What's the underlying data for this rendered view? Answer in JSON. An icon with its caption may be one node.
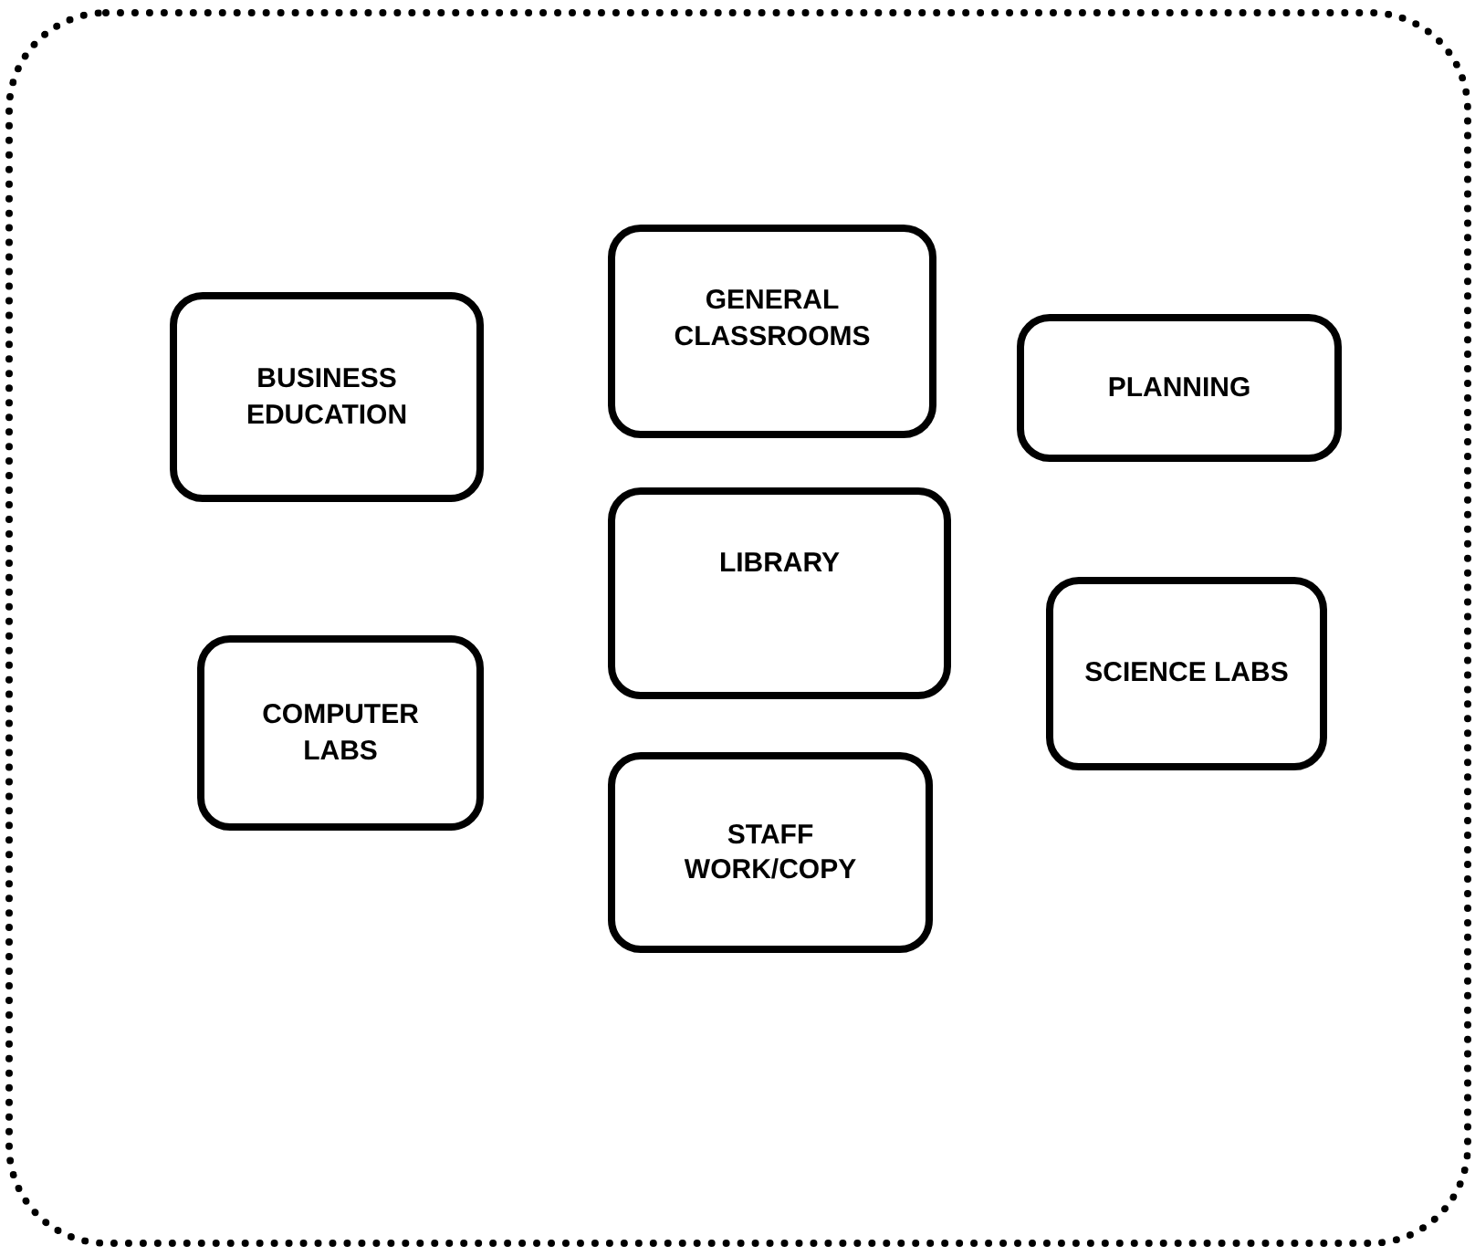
{
  "diagram": {
    "nodes": [
      {
        "text": [],
        "shape": "box"
      },
      {
        "text": [
          "GENERAL CLASSROOMS"
        ],
        "in": 0
      },
      {
        "text": [
          "BUSINESS EDUCATION"
        ],
        "in": 0
      },
      {
        "text": [
          "PLANNING"
        ],
        "in": 0
      },
      {
        "text": [
          "LIBRARY"
        ],
        "in": 0
      },
      {
        "text": [
          "SCIENCE LABS"
        ],
        "in": 0
      },
      {
        "text": [
          "COMPUTER LABS"
        ],
        "in": 0
      },
      {
        "text": [
          "STAFF WORK/COPY"
        ],
        "in": 0
      }
    ]
  }
}
